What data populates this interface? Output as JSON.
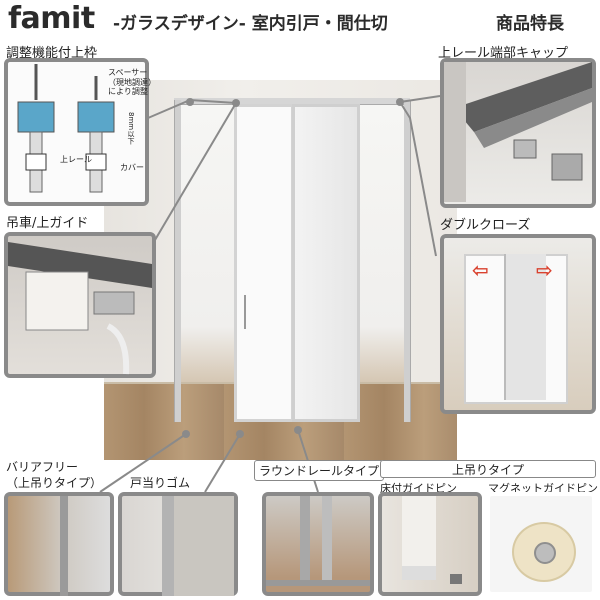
{
  "header": {
    "brand": "famit",
    "subtitle": "-ガラスデザイン- 室内引戸・間仕切",
    "feature_title": "商品特長"
  },
  "callouts": {
    "adjustable_top_frame": "調整機能付上枠",
    "top_rail_end_cap": "上レール端部キャップ",
    "hanger_top_guide": "吊車/上ガイド",
    "double_close": "ダブルクローズ",
    "barrier_free_line1": "バリアフリー",
    "barrier_free_line2": "（上吊りタイプ）",
    "door_stop_rubber": "戸当りゴム",
    "round_rail_type": "ラウンドレールタイプ",
    "hanging_type": "上吊りタイプ",
    "floor_guide_pin": "床付ガイドピン",
    "magnet_guide_pin": "マグネットガイドピン"
  },
  "diagram_labels": {
    "spacer": "スペーサー",
    "spacer_note1": "（現地調達）",
    "spacer_note2": "により調整",
    "top_rail": "上レール",
    "cover": "カバー",
    "range": "8mm以下"
  },
  "colors": {
    "arrow": "#d9412e",
    "box_border": "#8a8a8a"
  }
}
